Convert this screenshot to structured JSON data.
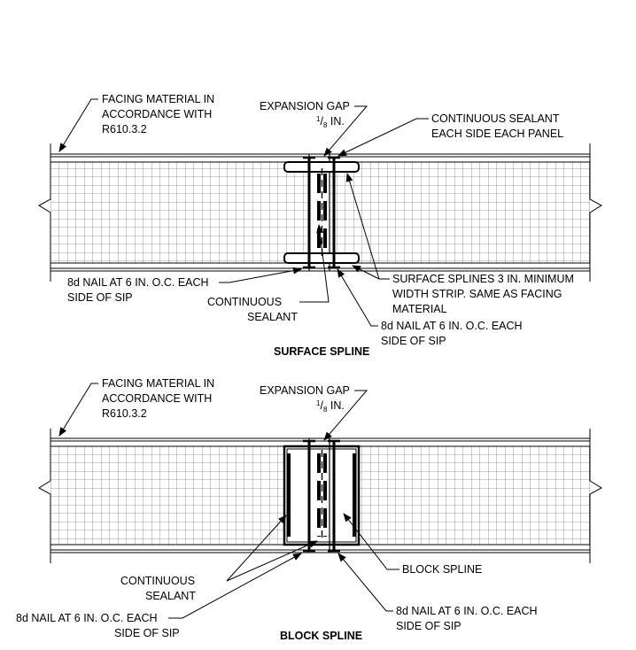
{
  "surface_spline": {
    "title": "SURFACE SPLINE",
    "facing_note": [
      "FACING MATERIAL IN",
      "ACCORDANCE WITH",
      "R610.3.2"
    ],
    "expansion_gap": "EXPANSION GAP",
    "gap_size": {
      "numerator": "1",
      "denominator": "8",
      "unit": "IN."
    },
    "sealant_note": [
      "CONTINUOUS SEALANT",
      "EACH SIDE EACH PANEL"
    ],
    "nail_left": [
      "8d NAIL AT 6 IN. O.C. EACH",
      "SIDE OF SIP"
    ],
    "sealant_center": [
      "CONTINUOUS",
      "SEALANT"
    ],
    "splines_note": [
      "SURFACE SPLINES 3 IN. MINIMUM",
      "WIDTH STRIP. SAME AS FACING",
      "MATERIAL"
    ],
    "nail_right": [
      "8d NAIL AT 6 IN. O.C. EACH",
      "SIDE OF SIP"
    ]
  },
  "block_spline": {
    "title": "BLOCK SPLINE",
    "facing_note": [
      "FACING MATERIAL IN",
      "ACCORDANCE WITH",
      "R610.3.2"
    ],
    "expansion_gap": "EXPANSION GAP",
    "gap_size": {
      "numerator": "1",
      "denominator": "8",
      "unit": "IN."
    },
    "sealant_note": [
      "CONTINUOUS",
      "SEALANT"
    ],
    "block_note": "BLOCK SPLINE",
    "nail_left": [
      "8d NAIL AT 6 IN. O.C. EACH",
      "SIDE OF SIP"
    ],
    "nail_right": [
      "8d NAIL AT 6 IN. O.C. EACH",
      "SIDE OF SIP"
    ]
  },
  "colors": {
    "line": "#000000",
    "grid": "#444444",
    "background": "#ffffff"
  }
}
